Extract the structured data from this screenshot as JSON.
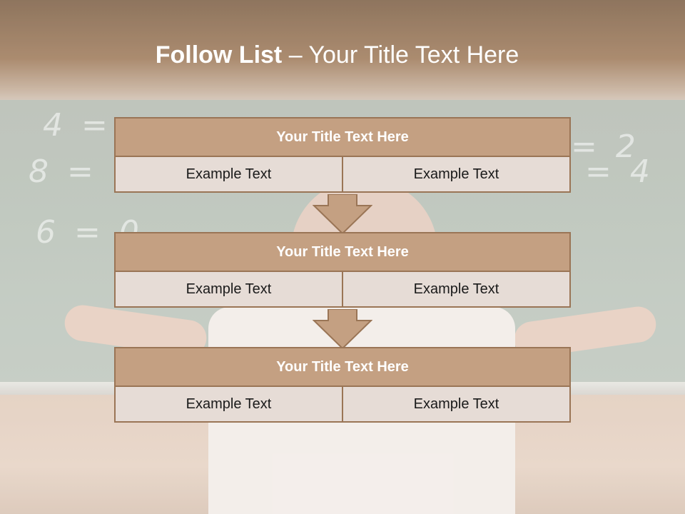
{
  "title": {
    "bold": "Follow List",
    "rest": " – Your Title Text Here"
  },
  "steps": [
    {
      "title": "Your Title Text Here",
      "left": "Example Text",
      "right": "Example Text"
    },
    {
      "title": "Your Title Text Here",
      "left": "Example Text",
      "right": "Example Text"
    },
    {
      "title": "Your Title Text Here",
      "left": "Example Text",
      "right": "Example Text"
    }
  ],
  "colors": {
    "header": "#c4a082",
    "border": "#9a7556",
    "cell": "#e6dcd6",
    "arrow": "#c4a082"
  }
}
